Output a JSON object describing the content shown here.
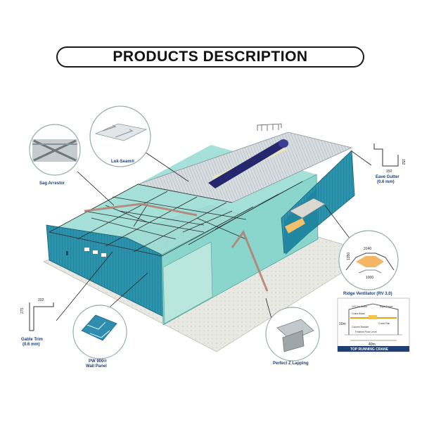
{
  "title": "PRODUCTS DESCRIPTION",
  "callouts": {
    "lok_seam": "Lok-Seam®",
    "sag_arrestor": "Sag Arrestor",
    "eave_gutter": "Eave Gutter",
    "eave_gutter_thickness": "(0.6 mm)",
    "ridge_ventilator": "Ridge Ventilator (RV 3.0)",
    "gable_trim": "Gable Trim",
    "gable_trim_thickness": "(0.6 mm)",
    "wall_panel_line1": "PW 900®",
    "wall_panel_line2": "Wall Panel",
    "perfect_z_lapping": "Perfect Z Lapping",
    "top_running_crane": "TOP RUNNING CRANE"
  },
  "dimensions": {
    "eave_gutter_width": "150",
    "eave_gutter_height": "152",
    "ridge_top_width": "3140",
    "ridge_height": "1350",
    "ridge_base": "1000",
    "gable_width": "202",
    "gable_height": "275",
    "crane_height": "10m",
    "crane_span": "40m"
  },
  "crane_diagram_labels": {
    "l1": "100 Ton Crane",
    "l2": "Rigid Frame",
    "l3": "Crane Beam",
    "l4": "Crane Rail",
    "l5": "Column Bracket",
    "l6": "Finished Floor Level"
  }
}
